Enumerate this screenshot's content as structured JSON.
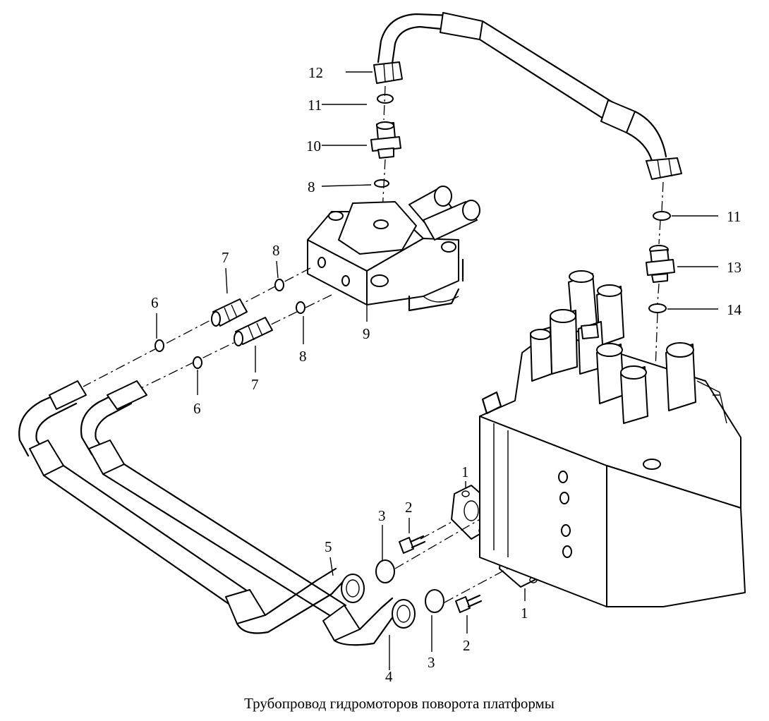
{
  "caption": "Трубопровод гидромоторов поворота платформы",
  "callouts": {
    "c1a": "1",
    "c1b": "1",
    "c2a": "2",
    "c2b": "2",
    "c3a": "3",
    "c3b": "3",
    "c4": "4",
    "c5": "5",
    "c6a": "6",
    "c6b": "6",
    "c7a": "7",
    "c7b": "7",
    "c8a": "8",
    "c8b": "8",
    "c8c": "8",
    "c9": "9",
    "c10": "10",
    "c11a": "11",
    "c11b": "11",
    "c12": "12",
    "c13": "13",
    "c14": "14"
  }
}
